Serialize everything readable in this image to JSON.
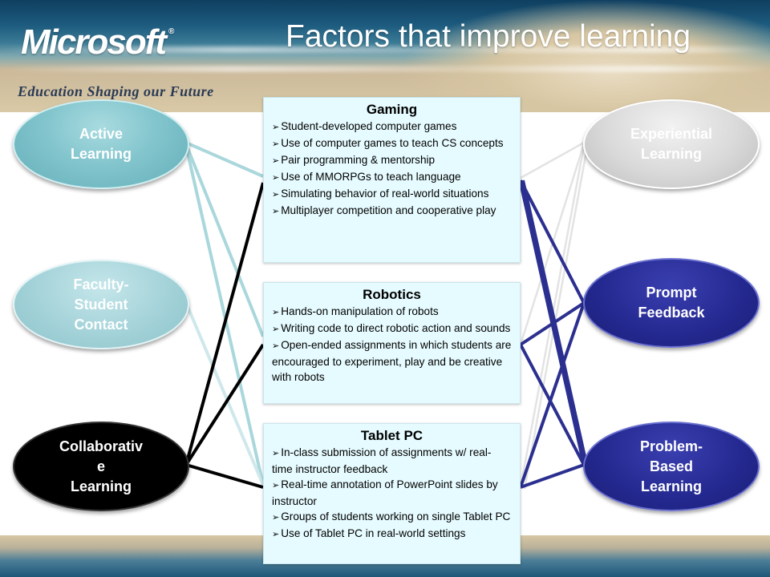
{
  "header": {
    "logo_text": "Microsoft",
    "logo_mark": "®",
    "tagline": "Education Shaping our Future",
    "title": "Factors that improve learning"
  },
  "left_nodes": [
    {
      "id": "active-learning",
      "label": "Active\nLearning"
    },
    {
      "id": "faculty-student-contact",
      "label": "Faculty-\nStudent\nContact"
    },
    {
      "id": "collaborative-learning",
      "label": "Collaborativ\ne\nLearning"
    }
  ],
  "right_nodes": [
    {
      "id": "experiential-learning",
      "label": "Experiential\nLearning"
    },
    {
      "id": "prompt-feedback",
      "label": "Prompt\nFeedback"
    },
    {
      "id": "problem-based-learning",
      "label": "Problem-\nBased\nLearning"
    }
  ],
  "boxes": [
    {
      "title": "Gaming",
      "items": [
        "Student-developed computer games",
        "Use of computer games to teach CS concepts",
        "Pair programming & mentorship",
        "Use of MMORPGs to teach language",
        "Simulating behavior of real-world situations",
        "Multiplayer competition and cooperative play"
      ]
    },
    {
      "title": "Robotics",
      "items": [
        "Hands-on manipulation of robots",
        "Writing code to direct robotic action and sounds",
        "Open-ended assignments in which students are encouraged to experiment, play and be creative with robots"
      ]
    },
    {
      "title": "Tablet PC",
      "items": [
        "In-class submission of assignments w/ real-time instructor feedback",
        "Real-time annotation of PowerPoint slides by instructor",
        "Groups of students working on single Tablet PC",
        "Use of Tablet PC in real-world settings"
      ]
    }
  ],
  "bullet_glyph": "➢",
  "colors": {
    "active": "#9fd0d6",
    "faculty": "#c2e2e6",
    "collaborative": "#000000",
    "experiential": "#e6e6e6",
    "navy": "#2b2f8f"
  }
}
